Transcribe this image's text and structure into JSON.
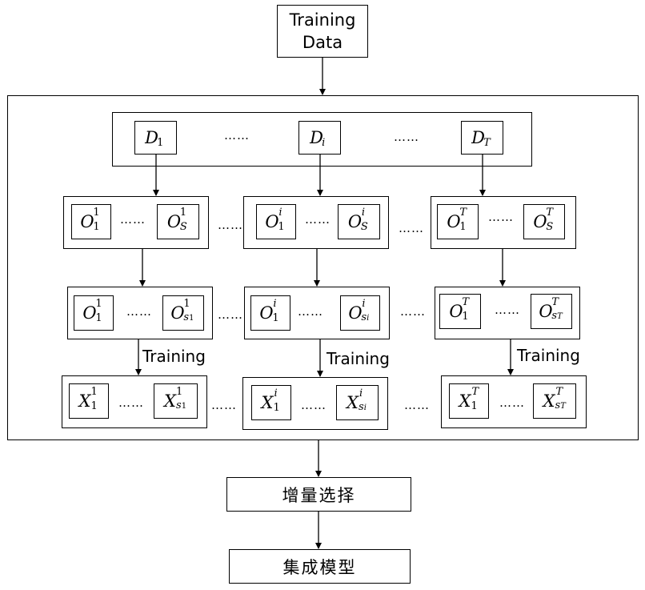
{
  "input": {
    "line1": "Training",
    "line2": "Data"
  },
  "outer_container": {},
  "d_row": [
    {
      "sym": "D",
      "sub": "1"
    },
    {
      "sym": "D",
      "sub": "i"
    },
    {
      "sym": "D",
      "sub": "T"
    }
  ],
  "o_groups": [
    {
      "first": {
        "sym": "O",
        "sup": "1",
        "sub": "1"
      },
      "last": {
        "sym": "O",
        "sup": "1",
        "sub": "S"
      }
    },
    {
      "first": {
        "sym": "O",
        "sup": "i",
        "sub": "1"
      },
      "last": {
        "sym": "O",
        "sup": "i",
        "sub": "S"
      }
    },
    {
      "first": {
        "sym": "O",
        "sup": "T",
        "sub": "1"
      },
      "last": {
        "sym": "O",
        "sup": "T",
        "sub": "S"
      }
    }
  ],
  "os_groups": [
    {
      "first": {
        "sym": "O",
        "sup": "1",
        "sub": "1"
      },
      "last": {
        "sym": "O",
        "sup": "1",
        "sub": "s",
        "sub2": "1"
      }
    },
    {
      "first": {
        "sym": "O",
        "sup": "i",
        "sub": "1"
      },
      "last": {
        "sym": "O",
        "sup": "i",
        "sub": "s",
        "sub2": "i"
      }
    },
    {
      "first": {
        "sym": "O",
        "sup": "T",
        "sub": "1"
      },
      "last": {
        "sym": "O",
        "sup": "T",
        "sub": "s",
        "sub2": "T"
      }
    }
  ],
  "x_groups": [
    {
      "first": {
        "sym": "X",
        "sup": "1",
        "sub": "1"
      },
      "last": {
        "sym": "X",
        "sup": "1",
        "sub": "s",
        "sub2": "1"
      }
    },
    {
      "first": {
        "sym": "X",
        "sup": "i",
        "sub": "1"
      },
      "last": {
        "sym": "X",
        "sup": "i",
        "sub": "s",
        "sub2": "i"
      }
    },
    {
      "first": {
        "sym": "X",
        "sup": "T",
        "sub": "1"
      },
      "last": {
        "sym": "X",
        "sup": "T",
        "sub": "s",
        "sub2": "T"
      }
    }
  ],
  "ellipsis": "……",
  "training_label": "Training",
  "incremental_selection": "增量选择",
  "ensemble_model": "集成模型"
}
